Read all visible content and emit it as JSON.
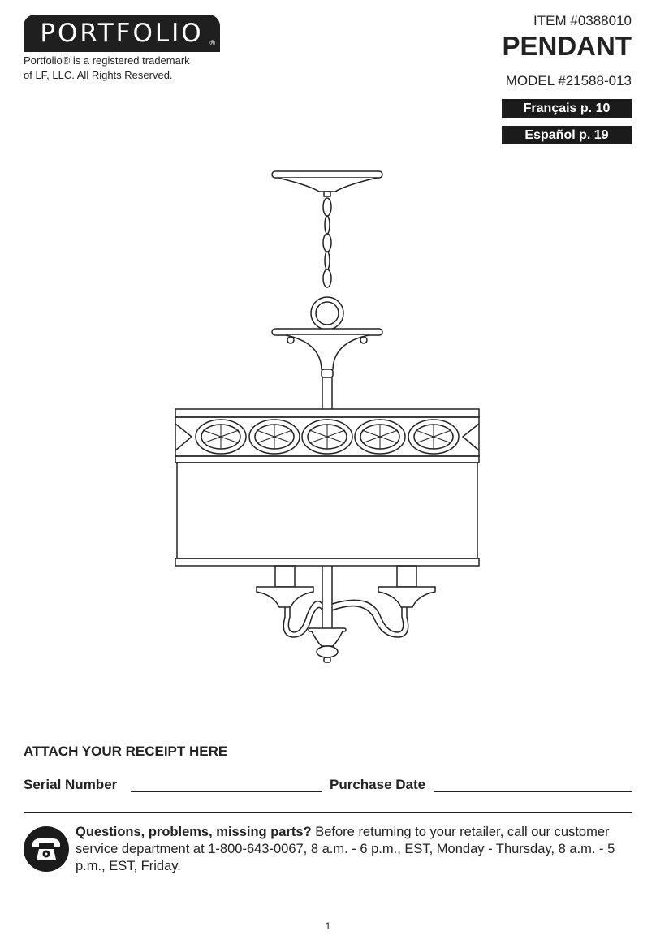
{
  "brand": {
    "name": "PORTFOLIO",
    "reg_mark": "®",
    "trademark_line1": "Portfolio® is a registered trademark",
    "trademark_line2": "of LF, LLC. All Rights Reserved."
  },
  "header": {
    "item": "ITEM #0388010",
    "title": "PENDANT",
    "model": "MODEL #21588-013"
  },
  "languages": [
    {
      "label": "Français p. 10"
    },
    {
      "label": "Español p. 19"
    }
  ],
  "receipt": {
    "heading": "ATTACH YOUR RECEIPT HERE",
    "serial_label": "Serial Number",
    "purchase_label": "Purchase Date"
  },
  "support": {
    "lead": "Questions, problems, missing parts?",
    "body": " Before returning to your retailer, call our customer service department at 1-800-643-0067, 8 a.m. - 6 p.m., EST, Monday - Thursday, 8 a.m. - 5 p.m., EST, Friday.",
    "icon": "telephone-icon"
  },
  "footer": {
    "page": "1"
  }
}
